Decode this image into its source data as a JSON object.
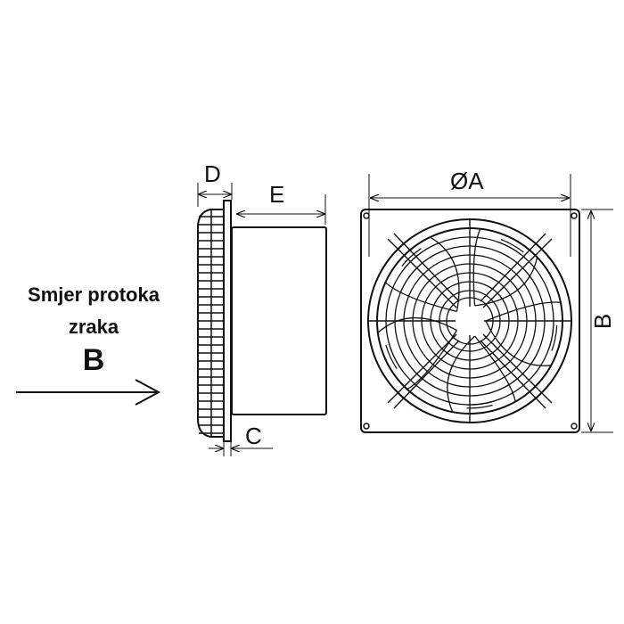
{
  "flow_label": {
    "line1": "Smjer protoka",
    "line2": "zraka",
    "side": "B"
  },
  "dimensions": {
    "D": "D",
    "E": "E",
    "C": "C",
    "A": "ØA",
    "B": "B"
  },
  "colors": {
    "line": "#111111",
    "background": "#ffffff"
  }
}
